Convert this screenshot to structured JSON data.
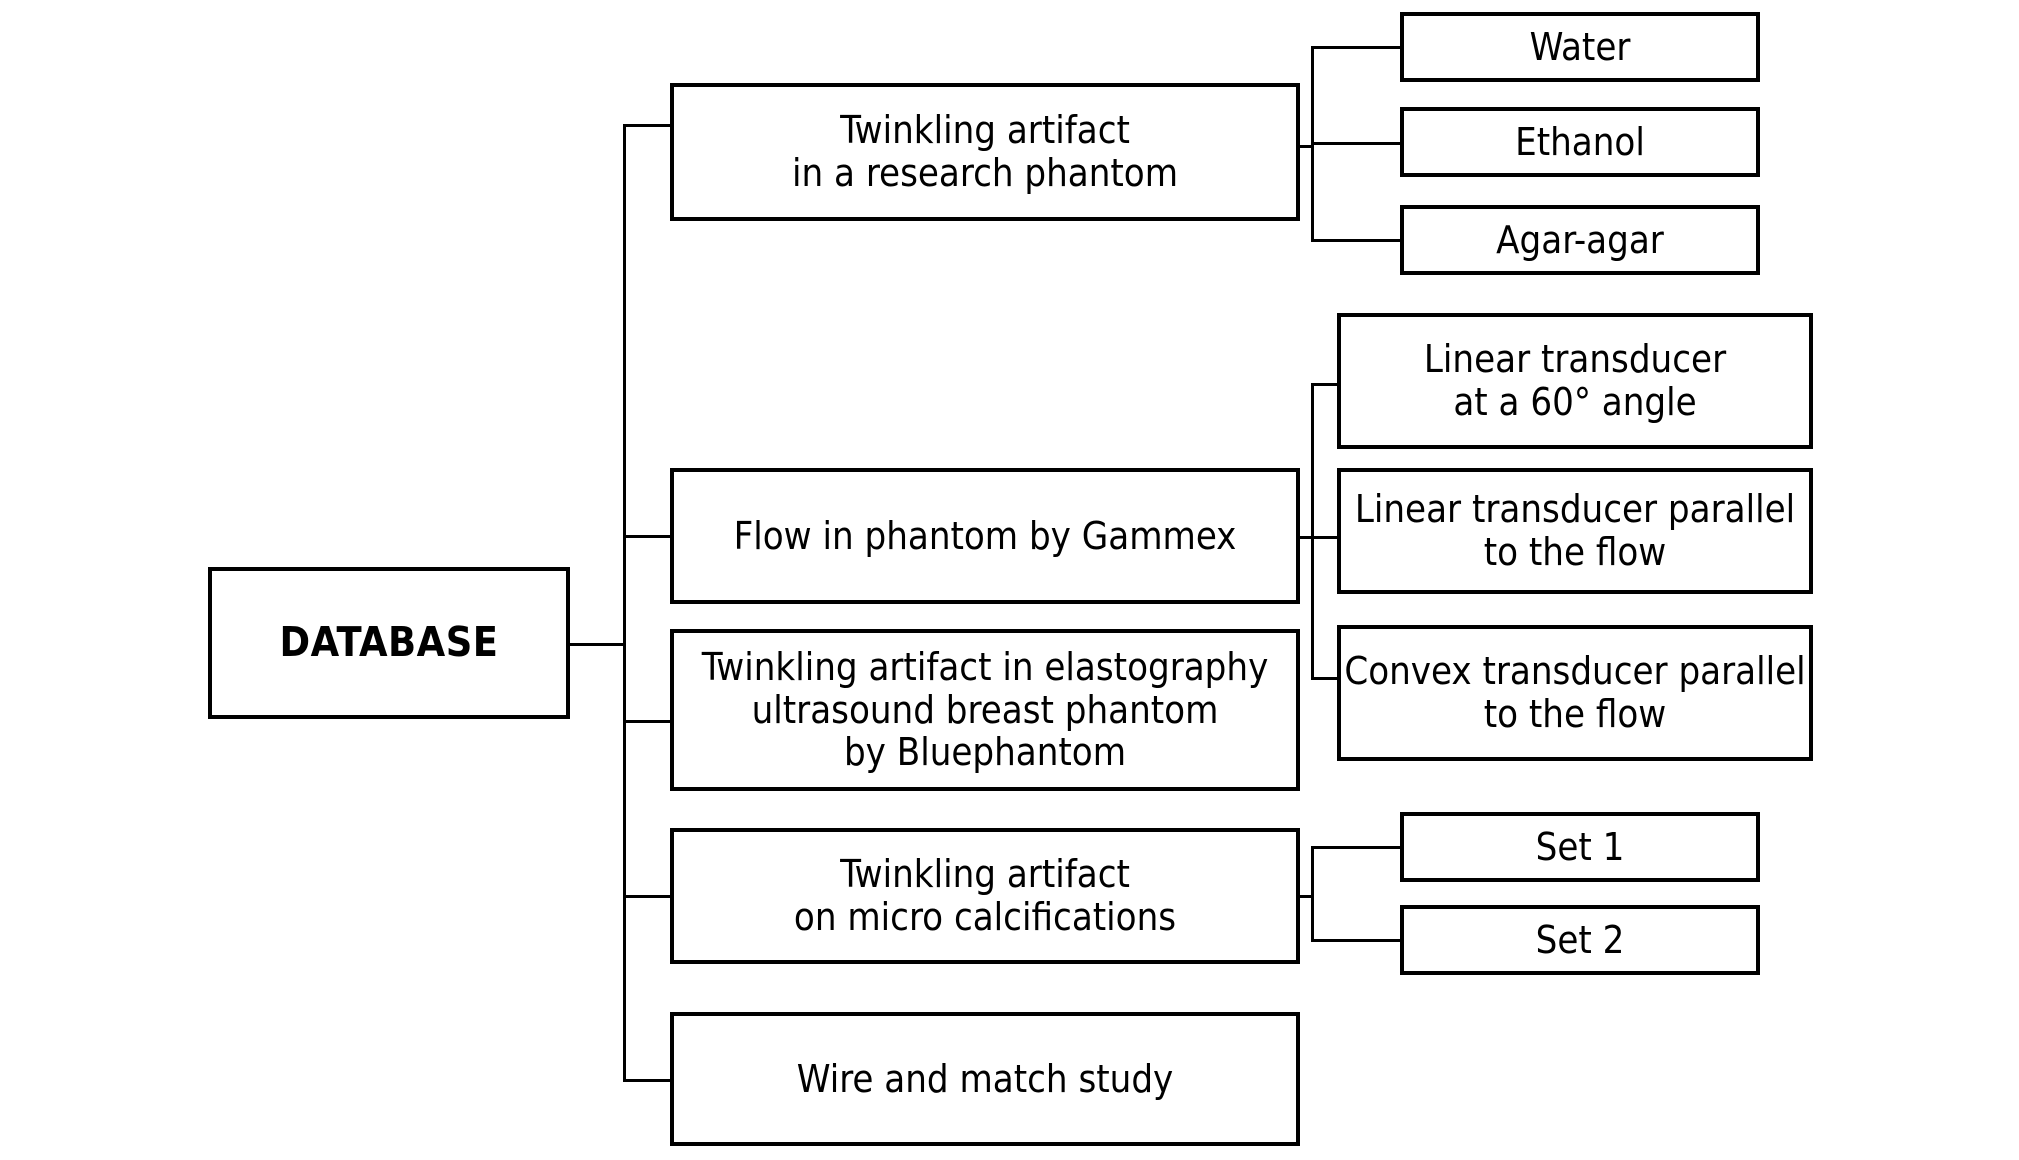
{
  "diagram": {
    "type": "flowchart-tree",
    "orientation": "left-to-right",
    "title_node": "DATABASE",
    "colors": {
      "background": "#ffffff",
      "box_border": "#000000",
      "box_fill": "#ffffff",
      "text": "#000000",
      "connector": "#000000"
    },
    "root": {
      "label": "DATABASE"
    },
    "branches": [
      {
        "id": "research-phantom",
        "label": "Twinkling artifact\nin a research phantom",
        "children": [
          {
            "id": "water",
            "label": "Water"
          },
          {
            "id": "ethanol",
            "label": "Ethanol"
          },
          {
            "id": "agar-agar",
            "label": "Agar-agar"
          }
        ]
      },
      {
        "id": "flow-gammex",
        "label": "Flow in phantom by Gammex",
        "children": [
          {
            "id": "linear-60",
            "label": "Linear  transducer\nat a 60° angle"
          },
          {
            "id": "linear-parallel",
            "label": "Linear  transducer parallel\nto the flow"
          },
          {
            "id": "convex-parallel",
            "label": "Convex  transducer parallel\nto the flow"
          }
        ]
      },
      {
        "id": "elastography-bluephantom",
        "label": "Twinkling artifact in elastography\nultrasound breast phantom\nby Bluephantom",
        "children": []
      },
      {
        "id": "micro-calcifications",
        "label": "Twinkling artifact\non micro calcifications",
        "children": [
          {
            "id": "set-1",
            "label": "Set 1"
          },
          {
            "id": "set-2",
            "label": "Set 2"
          }
        ]
      },
      {
        "id": "wire-match-study",
        "label": "Wire and match study",
        "children": []
      }
    ]
  }
}
